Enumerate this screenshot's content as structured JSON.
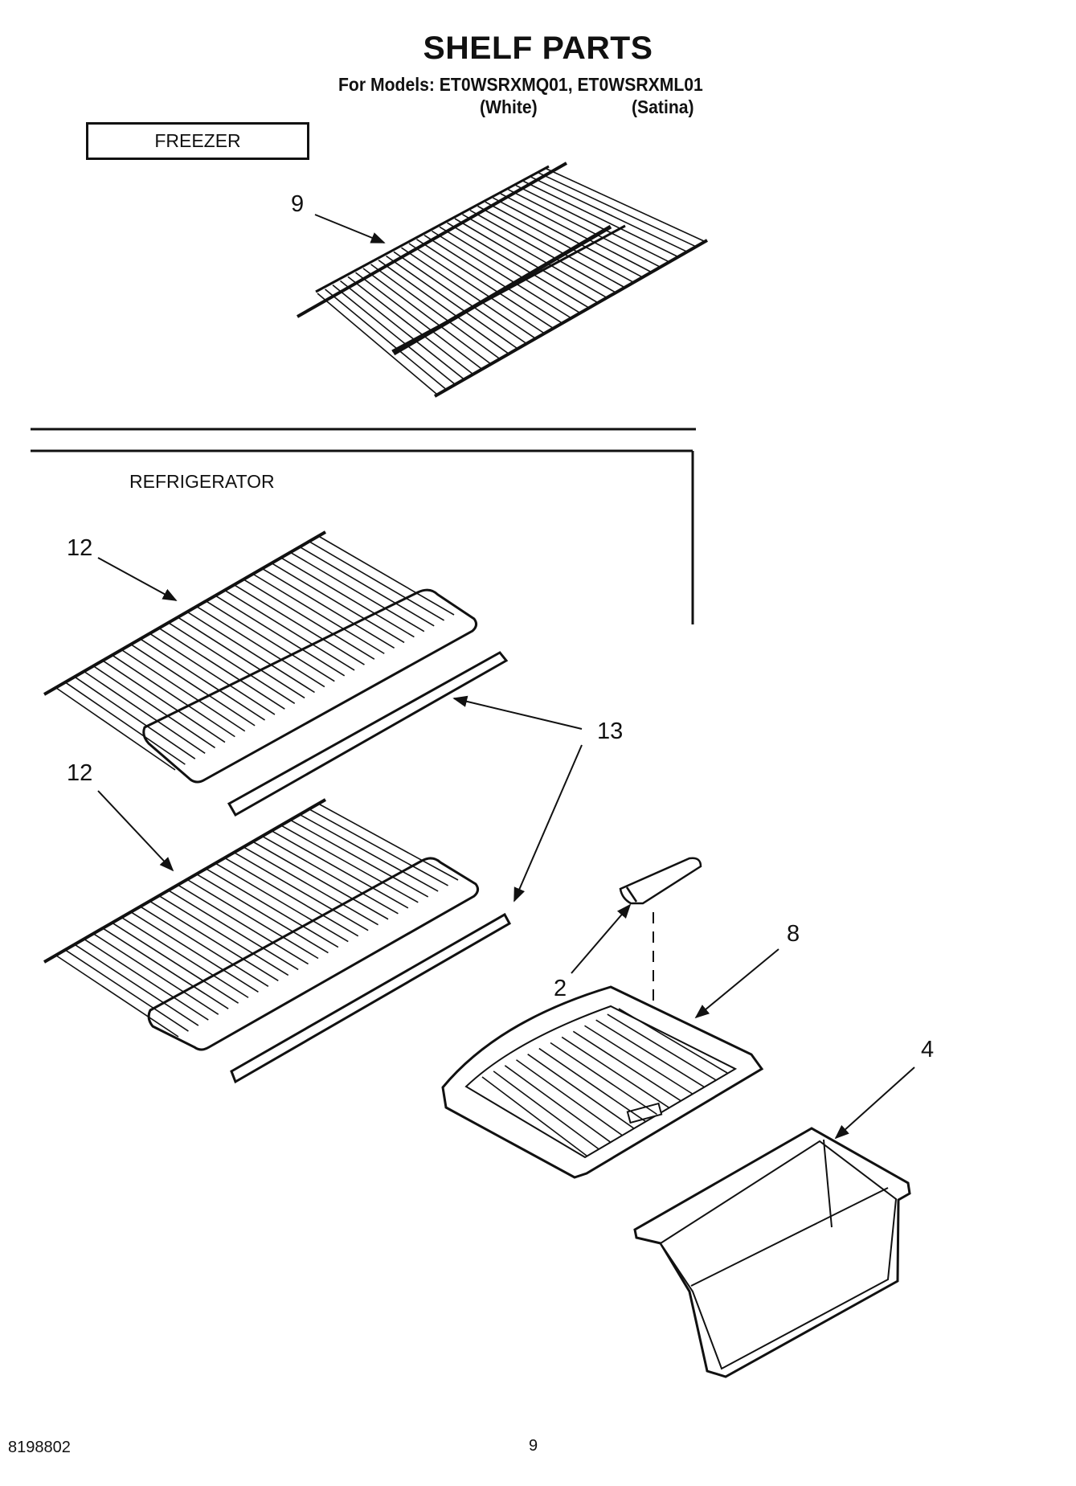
{
  "title": "SHELF PARTS",
  "models_line": "For Models: ET0WSRXMQ01, ET0WSRXML01",
  "model_variants": [
    "(White)",
    "(Satina)"
  ],
  "sections": {
    "freezer": "FREEZER",
    "refrigerator": "REFRIGERATOR"
  },
  "callouts": {
    "freezer_shelf": "9",
    "upper_shelf": "12",
    "lower_shelf": "12",
    "shelf_trim": "13",
    "crisper_control": "2",
    "crisper_cover": "8",
    "crisper_drawer": "4"
  },
  "footer": {
    "doc_number": "8198802",
    "page_number": "9"
  }
}
